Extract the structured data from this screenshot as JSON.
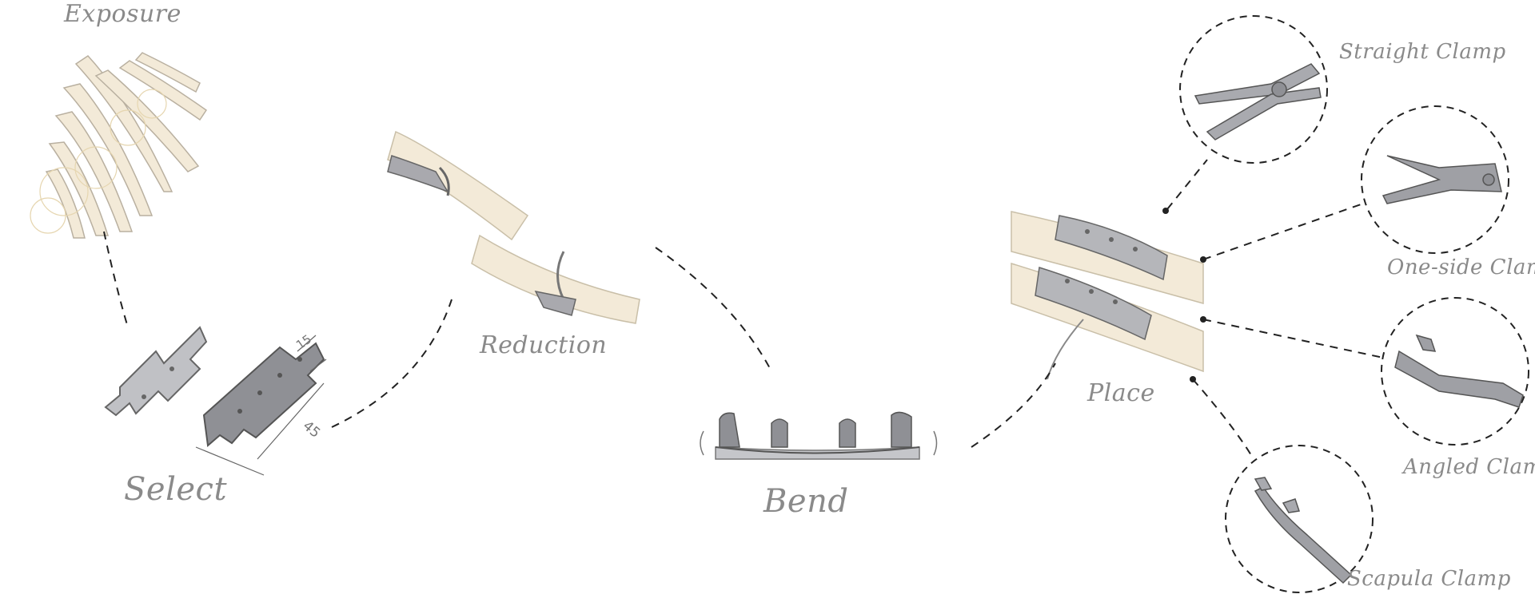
{
  "steps": {
    "exposure": "Exposure",
    "select": "Select",
    "reduction": "Reduction",
    "bend": "Bend",
    "place": "Place"
  },
  "dimensions": {
    "width": "15",
    "length": "45"
  },
  "clamps": {
    "straight": "Straight Clamp",
    "one_side": "One-side Clamp",
    "angled": "Angled Clamp",
    "scapula": "Scapula Clamp"
  },
  "colors": {
    "bone": "#f3ead8",
    "bone_stroke": "#c9bfa8",
    "plate": "#8f9095",
    "plate_light": "#b4b5ba",
    "line": "#222222",
    "label": "#8a8a8a"
  },
  "icons": [
    "ribs-icon",
    "rib-plate-icon",
    "bone-reduction-icon",
    "bent-plate-icon",
    "placed-plate-icon",
    "clamp-icon"
  ]
}
